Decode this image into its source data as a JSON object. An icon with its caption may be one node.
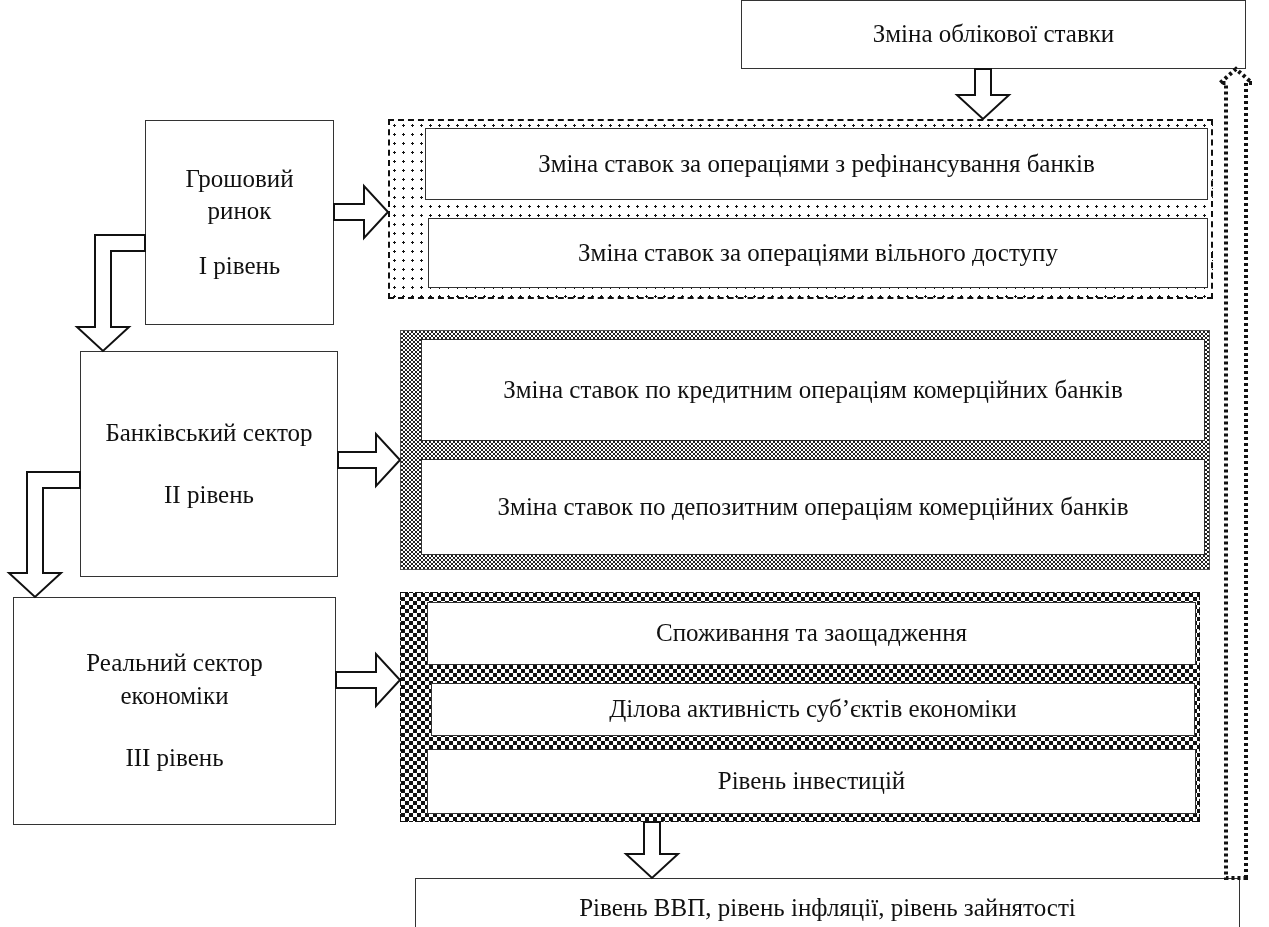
{
  "diagram": {
    "nodes": [
      {
        "text": [
          "Зміна облікової ставки"
        ]
      },
      {
        "text": [
          "Грошовий ринок",
          "I рівень"
        ]
      },
      {
        "text": [],
        "shape": "box"
      },
      {
        "text": [
          "Зміна ставок за операціями з рефінансування банків"
        ],
        "in": 2
      },
      {
        "text": [
          "Зміна ставок за операціями вільного доступу"
        ],
        "in": 2
      },
      {
        "text": [
          "Банківський сектор",
          "II рівень"
        ]
      },
      {
        "text": [],
        "shape": "box"
      },
      {
        "text": [
          "Зміна ставок по кредитним операціям комерційних банків"
        ],
        "in": 6
      },
      {
        "text": [
          "Зміна ставок по депозитним операціям комерційних банків"
        ],
        "in": 6
      },
      {
        "text": [
          "Реальний сектор економіки",
          "III рівень"
        ]
      },
      {
        "text": [],
        "shape": "box"
      },
      {
        "text": [
          "Споживання та заощадження"
        ],
        "in": 10
      },
      {
        "text": [
          "Ділова активність суб’єктів економіки"
        ],
        "in": 10
      },
      {
        "text": [
          "Рівень інвестицій"
        ],
        "in": 10
      },
      {
        "text": [
          "Рівень ВВП, рівень інфляції, рівень зайнятості"
        ]
      }
    ],
    "edges": [
      {
        "from": 0,
        "to": 2,
        "arrow": "to"
      },
      {
        "from": 1,
        "to": 2,
        "arrow": "to"
      },
      {
        "from": 1,
        "to": 5,
        "arrow": "to"
      },
      {
        "from": 5,
        "to": 6,
        "arrow": "to"
      },
      {
        "from": 5,
        "to": 9,
        "arrow": "to"
      },
      {
        "from": 9,
        "to": 10,
        "arrow": "to"
      },
      {
        "from": 10,
        "to": 14,
        "arrow": "to"
      },
      {
        "from": 14,
        "to": 0,
        "arrow": "to",
        "style": "dashed"
      }
    ]
  }
}
